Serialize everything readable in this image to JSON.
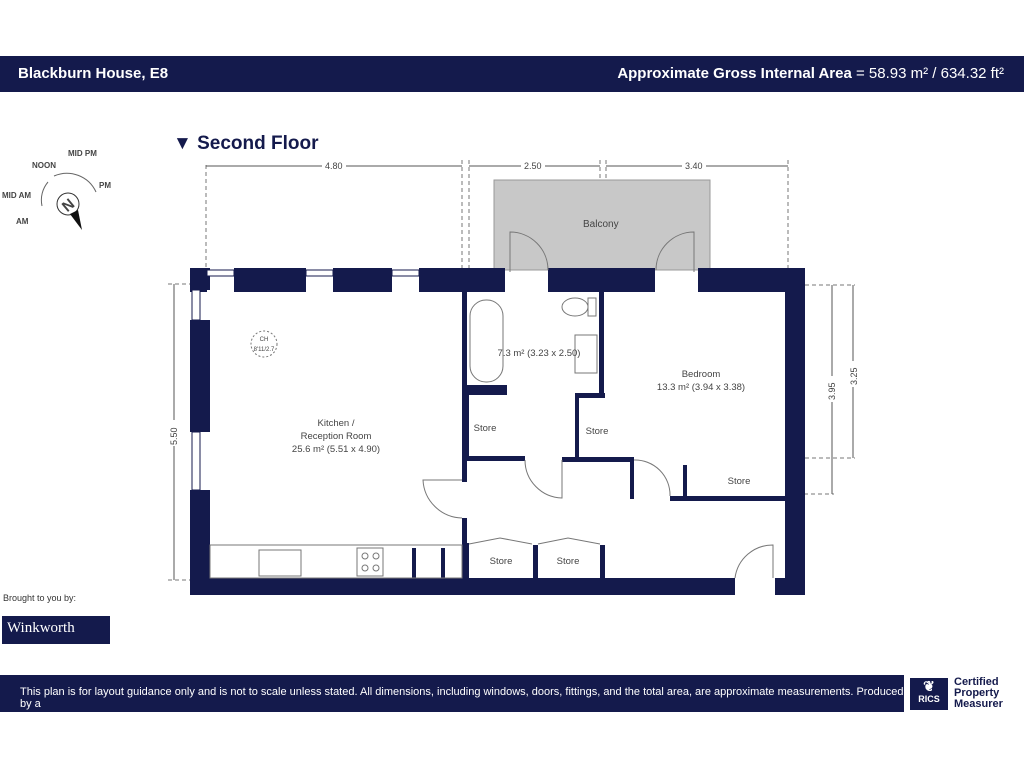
{
  "header": {
    "property_name": "Blackburn House, E8",
    "area_label": "Approximate Gross Internal Area",
    "area_value": " = 58.93 m² / 634.32 ft²"
  },
  "floor": {
    "title": "▼ Second Floor"
  },
  "compass": {
    "north": "N",
    "labels": [
      "AM",
      "MID AM",
      "NOON",
      "MID PM",
      "PM"
    ]
  },
  "dimensions": {
    "top": [
      "4.80",
      "2.50",
      "3.40"
    ],
    "left": "5.50",
    "right": [
      "3.95",
      "3.25"
    ]
  },
  "rooms": {
    "balcony": "Balcony",
    "kitchen_name1": "Kitchen /",
    "kitchen_name2": "Reception Room",
    "kitchen_area": "25.6 m² (5.51 x 4.90)",
    "bath_area": "7.3 m² (3.23 x 2.50)",
    "bedroom_name": "Bedroom",
    "bedroom_area": "13.3 m² (3.94 x 3.38)",
    "store": "Store",
    "ch": "CH",
    "ch_dim": "8'11/2.7"
  },
  "agent": {
    "brought_by": "Brought to you by:",
    "name": "Winkworth"
  },
  "footer": {
    "disclaimer": "This plan is for layout guidance only and is not to scale unless stated. All dimensions, including windows, doors, fittings, and the total area, are approximate measurements. Produced by a",
    "rics": "RICS",
    "certified": [
      "Certified",
      "Property",
      "Measurer"
    ]
  },
  "colors": {
    "brand": "#141a4c",
    "balcony": "#c8c8c8"
  }
}
